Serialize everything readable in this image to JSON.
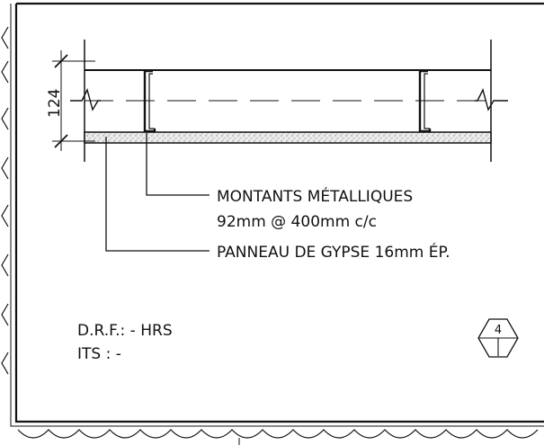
{
  "dimension": {
    "value": "124"
  },
  "callouts": {
    "studs_line1": "MONTANTS MÉTALLIQUES",
    "studs_line2": "92mm @ 400mm c/c",
    "gypsum": "PANNEAU DE GYPSE 16mm ÉP."
  },
  "ratings": {
    "drf": "D.R.F.:  - HRS",
    "its": "ITS : -"
  },
  "detail_tag": {
    "number": "4"
  },
  "colors": {
    "ink": "#111111",
    "hatch": "#e8e8e8"
  }
}
